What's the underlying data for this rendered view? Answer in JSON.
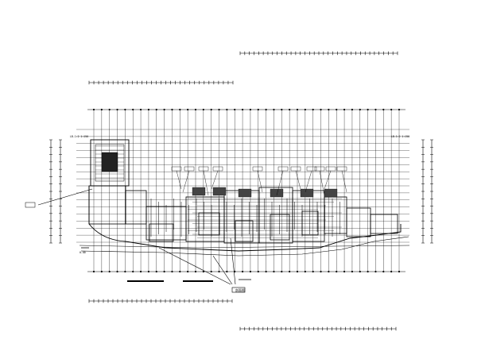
{
  "drawing": {
    "type": "architectural floor plan (CAD)",
    "line_color": "#000000",
    "background": "#ffffff",
    "annotation_left_title": "LB-1:2 1:150",
    "annotation_right_title": "LB-1:2 1:150",
    "elevation_mark_left": "0.00",
    "section_label": "剖面图",
    "watermark_text": "",
    "grid": {
      "vertical_axes": 40,
      "horizontal_axes": 17
    }
  }
}
